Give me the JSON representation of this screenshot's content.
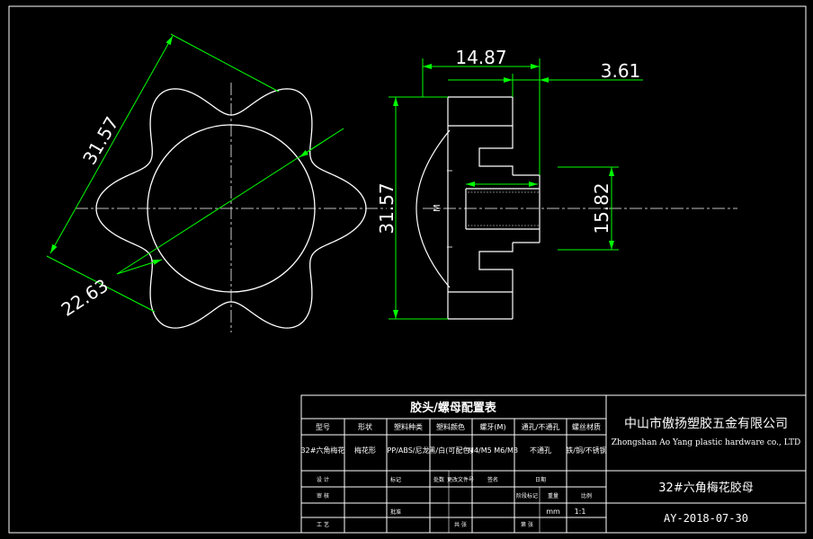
{
  "dimensions": {
    "top_width": "14.87",
    "right_offset": "3.61",
    "height_side": "31.57",
    "thread_height": "15.82",
    "diag_outer": "31.57",
    "diag_inner": "22.63",
    "thread_mark": "M"
  },
  "table": {
    "title": "胶头/螺母配置表",
    "headers": [
      "型号",
      "形状",
      "塑料种类",
      "塑料颜色",
      "螺牙(M)",
      "通孔/不通孔",
      "螺丝材质"
    ],
    "row": [
      "32#六角梅花",
      "梅花形",
      "PP/ABS/尼龙",
      "黑/白(可配色)",
      "M4/M5 M6/M8",
      "不通孔",
      "铁/铜/不锈钢"
    ],
    "small_labels": [
      "设 计",
      "标记",
      "处数",
      "更改文件号",
      "签名",
      "日期",
      "审 核",
      "阶段标记",
      "重量",
      "比例",
      "工 艺",
      "批准",
      "共 张",
      "第 张"
    ],
    "unit": "mm",
    "scale": "1:1"
  },
  "company": {
    "name_cn": "中山市傲扬塑胶五金有限公司",
    "name_en": "Zhongshan Ao Yang plastic hardware co., LTD"
  },
  "part": {
    "name": "32#六角梅花胶母",
    "drawing_no": "AY-2018-07-30"
  },
  "colors": {
    "outline": "#ffffff",
    "dimension": "#00ff00",
    "background": "#000000"
  }
}
